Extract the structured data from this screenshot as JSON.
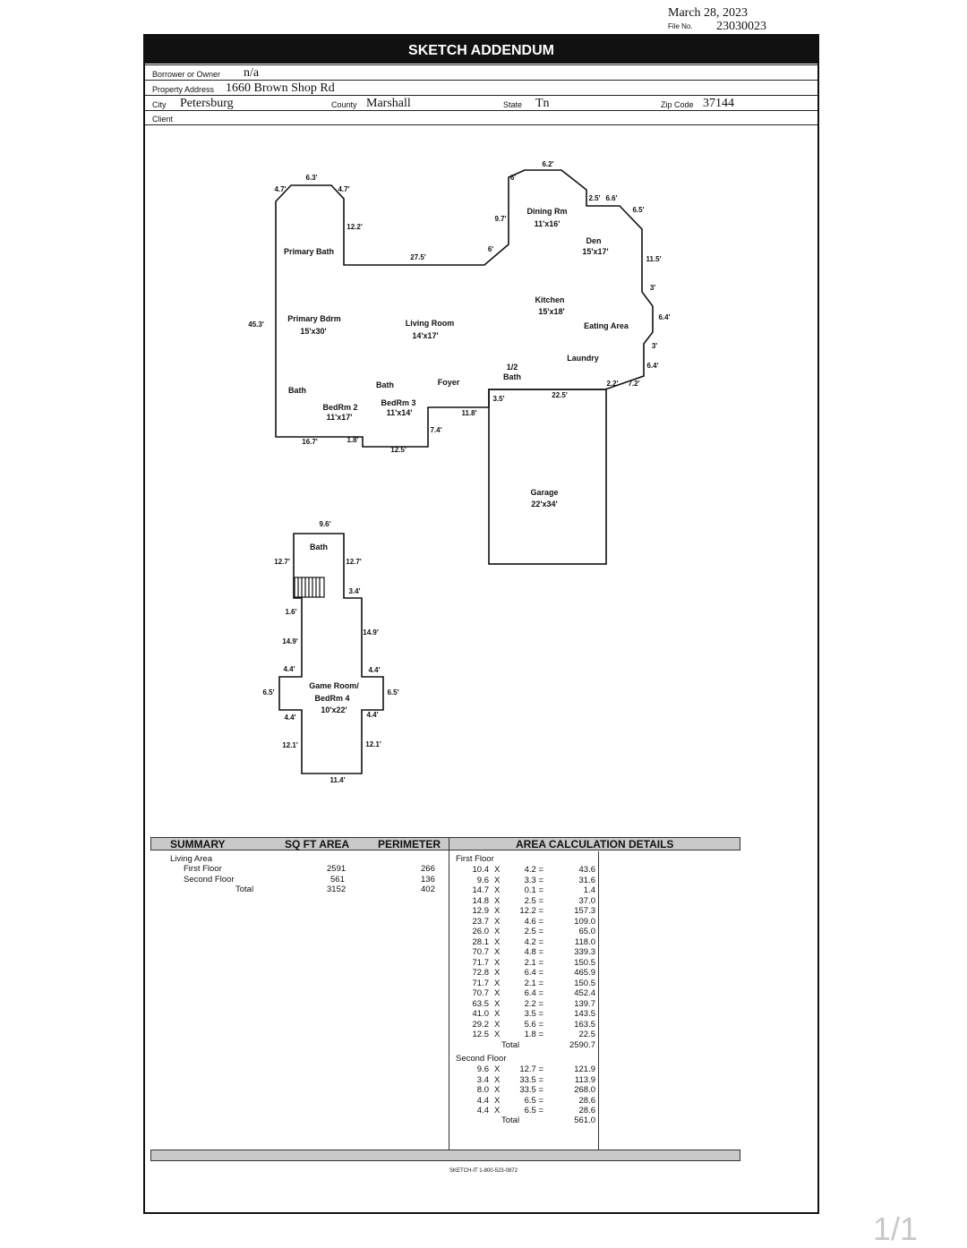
{
  "header": {
    "date": "March 28, 2023",
    "file_no_label": "File No.",
    "file_no": "23030023"
  },
  "title": "SKETCH ADDENDUM",
  "fields": {
    "borrower_label": "Borrower or Owner",
    "borrower": "n/a",
    "address_label": "Property Address",
    "address": "1660 Brown Shop Rd",
    "city_label": "City",
    "city": "Petersburg",
    "county_label": "County",
    "county": "Marshall",
    "state_label": "State",
    "state": "Tn",
    "zip_label": "Zip Code",
    "zip": "37144",
    "client_label": "Client",
    "client": ""
  },
  "sketch": {
    "labels": {
      "dining": "Dining Rm",
      "dining_size": "11'x16'",
      "den": "Den",
      "den_size": "15'x17'",
      "primary_bath": "Primary Bath",
      "kitchen": "Kitchen",
      "kitchen_size": "15'x18'",
      "primary_bdrm": "Primary Bdrm",
      "primary_bdrm_size": "15'x30'",
      "living": "Living Room",
      "living_size": "14'x17'",
      "eating": "Eating Area",
      "laundry": "Laundry",
      "half_bath_1": "1/2",
      "half_bath_2": "Bath",
      "foyer": "Foyer",
      "bath_a": "Bath",
      "bath_b": "Bath",
      "bedrm2": "BedRm 2",
      "bedrm2_size": "11'x17'",
      "bedrm3": "BedRm 3",
      "bedrm3_size": "11'x14'",
      "garage": "Garage",
      "garage_size": "22'x34'",
      "bath_up": "Bath",
      "game1": "Game Room/",
      "game2": "BedRm 4",
      "game_size": "10'x22'"
    },
    "dims": {
      "d_6_3": "6.3'",
      "d_4_7a": "4.7'",
      "d_4_7b": "4.7'",
      "d_12_2": "12.2'",
      "d_27_5": "27.5'",
      "d_6a": "6'",
      "d_9_7": "9.7'",
      "d_6b": "6'",
      "d_6_2": "6.2'",
      "d_2_5": "2.5'",
      "d_6_6": "6.6'",
      "d_6_5": "6.5'",
      "d_11_5": "11.5'",
      "d_3a": "3'",
      "d_6_4a": "6.4'",
      "d_3b": "3'",
      "d_6_4b": "6.4'",
      "d_2_2": "2.2'",
      "d_7_2": "7.2'",
      "d_22_5": "22.5'",
      "d_3_5": "3.5'",
      "d_11_8": "11.8'",
      "d_7_4": "7.4'",
      "d_12_5": "12.5'",
      "d_1_8": "1.8'",
      "d_16_7": "16.7'",
      "d_45_3": "45.3'",
      "u_9_6": "9.6'",
      "u_12_7a": "12.7'",
      "u_12_7b": "12.7'",
      "u_3_4": "3.4'",
      "u_1_6": "1.6'",
      "u_14_9a": "14.9'",
      "u_14_9b": "14.9'",
      "u_4_4a": "4.4'",
      "u_4_4b": "4.4'",
      "u_6_5a": "6.5'",
      "u_6_5b": "6.5'",
      "u_4_4c": "4.4'",
      "u_4_4d": "4.4'",
      "u_12_1a": "12.1'",
      "u_12_1b": "12.1'",
      "u_11_4": "11.4'"
    }
  },
  "summary": {
    "headers": {
      "summary": "SUMMARY",
      "sqft": "SQ FT AREA",
      "perimeter": "PERIMETER",
      "details": "AREA CALCULATION DETAILS"
    },
    "living_area_label": "Living Area",
    "rows": [
      {
        "label": "First Floor",
        "sqft": "2591",
        "perimeter": "266"
      },
      {
        "label": "Second Floor",
        "sqft": "561",
        "perimeter": "136"
      },
      {
        "label": "Total",
        "sqft": "3152",
        "perimeter": "402"
      }
    ]
  },
  "calc": {
    "first_floor_label": "First Floor",
    "first_floor": [
      [
        "10.4",
        "X",
        "4.2 =",
        "43.6"
      ],
      [
        "9.6",
        "X",
        "3.3 =",
        "31.6"
      ],
      [
        "14.7",
        "X",
        "0.1 =",
        "1.4"
      ],
      [
        "14.8",
        "X",
        "2.5 =",
        "37.0"
      ],
      [
        "12.9",
        "X",
        "12.2 =",
        "157.3"
      ],
      [
        "23.7",
        "X",
        "4.6 =",
        "109.0"
      ],
      [
        "26.0",
        "X",
        "2.5 =",
        "65.0"
      ],
      [
        "28.1",
        "X",
        "4.2 =",
        "118.0"
      ],
      [
        "70.7",
        "X",
        "4.8 =",
        "339.3"
      ],
      [
        "71.7",
        "X",
        "2.1 =",
        "150.5"
      ],
      [
        "72.8",
        "X",
        "6.4 =",
        "465.9"
      ],
      [
        "71.7",
        "X",
        "2.1 =",
        "150.5"
      ],
      [
        "70.7",
        "X",
        "6.4 =",
        "452.4"
      ],
      [
        "63.5",
        "X",
        "2.2 =",
        "139.7"
      ],
      [
        "41.0",
        "X",
        "3.5 =",
        "143.5"
      ],
      [
        "29.2",
        "X",
        "5.6 =",
        "163.5"
      ],
      [
        "12.5",
        "X",
        "1.8 =",
        "22.5"
      ]
    ],
    "first_total_label": "Total",
    "first_total": "2590.7",
    "second_floor_label": "Second Floor",
    "second_floor": [
      [
        "9.6",
        "X",
        "12.7 =",
        "121.9"
      ],
      [
        "3.4",
        "X",
        "33.5 =",
        "113.9"
      ],
      [
        "8.0",
        "X",
        "33.5 =",
        "268.0"
      ],
      [
        "4.4",
        "X",
        "6.5 =",
        "28.6"
      ],
      [
        "4.4",
        "X",
        "6.5 =",
        "28.6"
      ]
    ],
    "second_total_label": "Total",
    "second_total": "561.0"
  },
  "footer": {
    "sketchit": "SKETCH-IT 1-800-523-0872",
    "page": "1/1"
  }
}
